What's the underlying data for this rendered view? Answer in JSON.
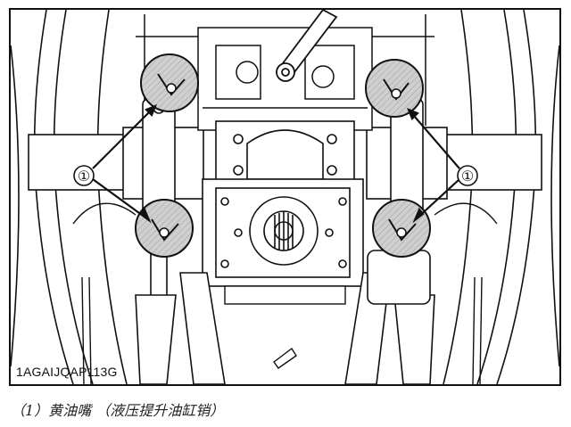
{
  "figure": {
    "drawing_code": "1AGAIJQAP113G",
    "callout_label_left": "①",
    "callout_label_right": "①"
  },
  "caption": {
    "text": "（1）黄油嘴 （液压提升油缸销）"
  },
  "colors": {
    "ink": "#111111",
    "shade": "#cfcfcf",
    "background": "#ffffff"
  }
}
